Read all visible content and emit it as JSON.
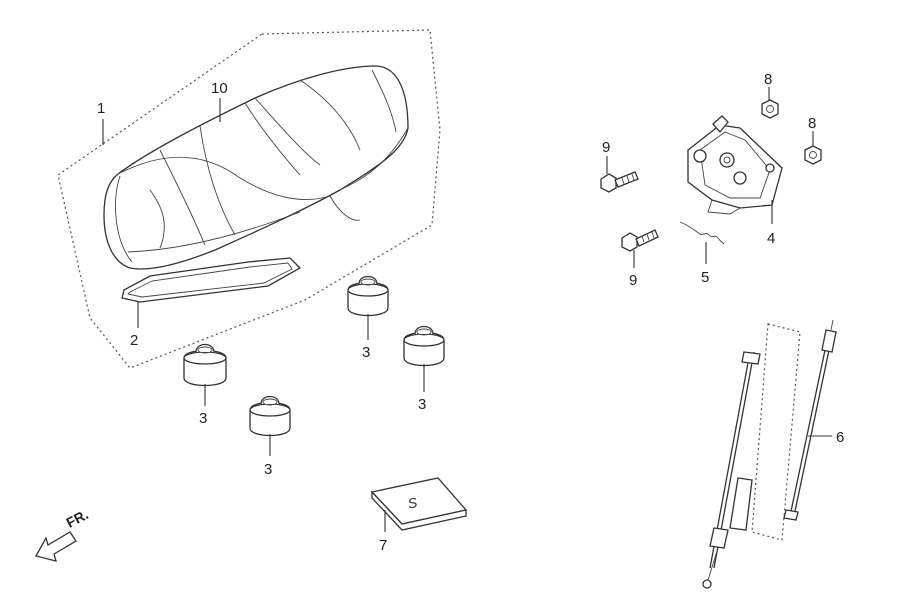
{
  "diagram": {
    "callouts": {
      "c1": "1",
      "c2": "2",
      "c3a": "3",
      "c3b": "3",
      "c3c": "3",
      "c3d": "3",
      "c4": "4",
      "c5": "5",
      "c6": "6",
      "c7": "7",
      "c8a": "8",
      "c8b": "8",
      "c9a": "9",
      "c9b": "9",
      "c10": "10"
    },
    "direction_label": "FR.",
    "book_glyph": "S"
  },
  "colors": {
    "background": "#ffffff",
    "line": "#333333"
  }
}
